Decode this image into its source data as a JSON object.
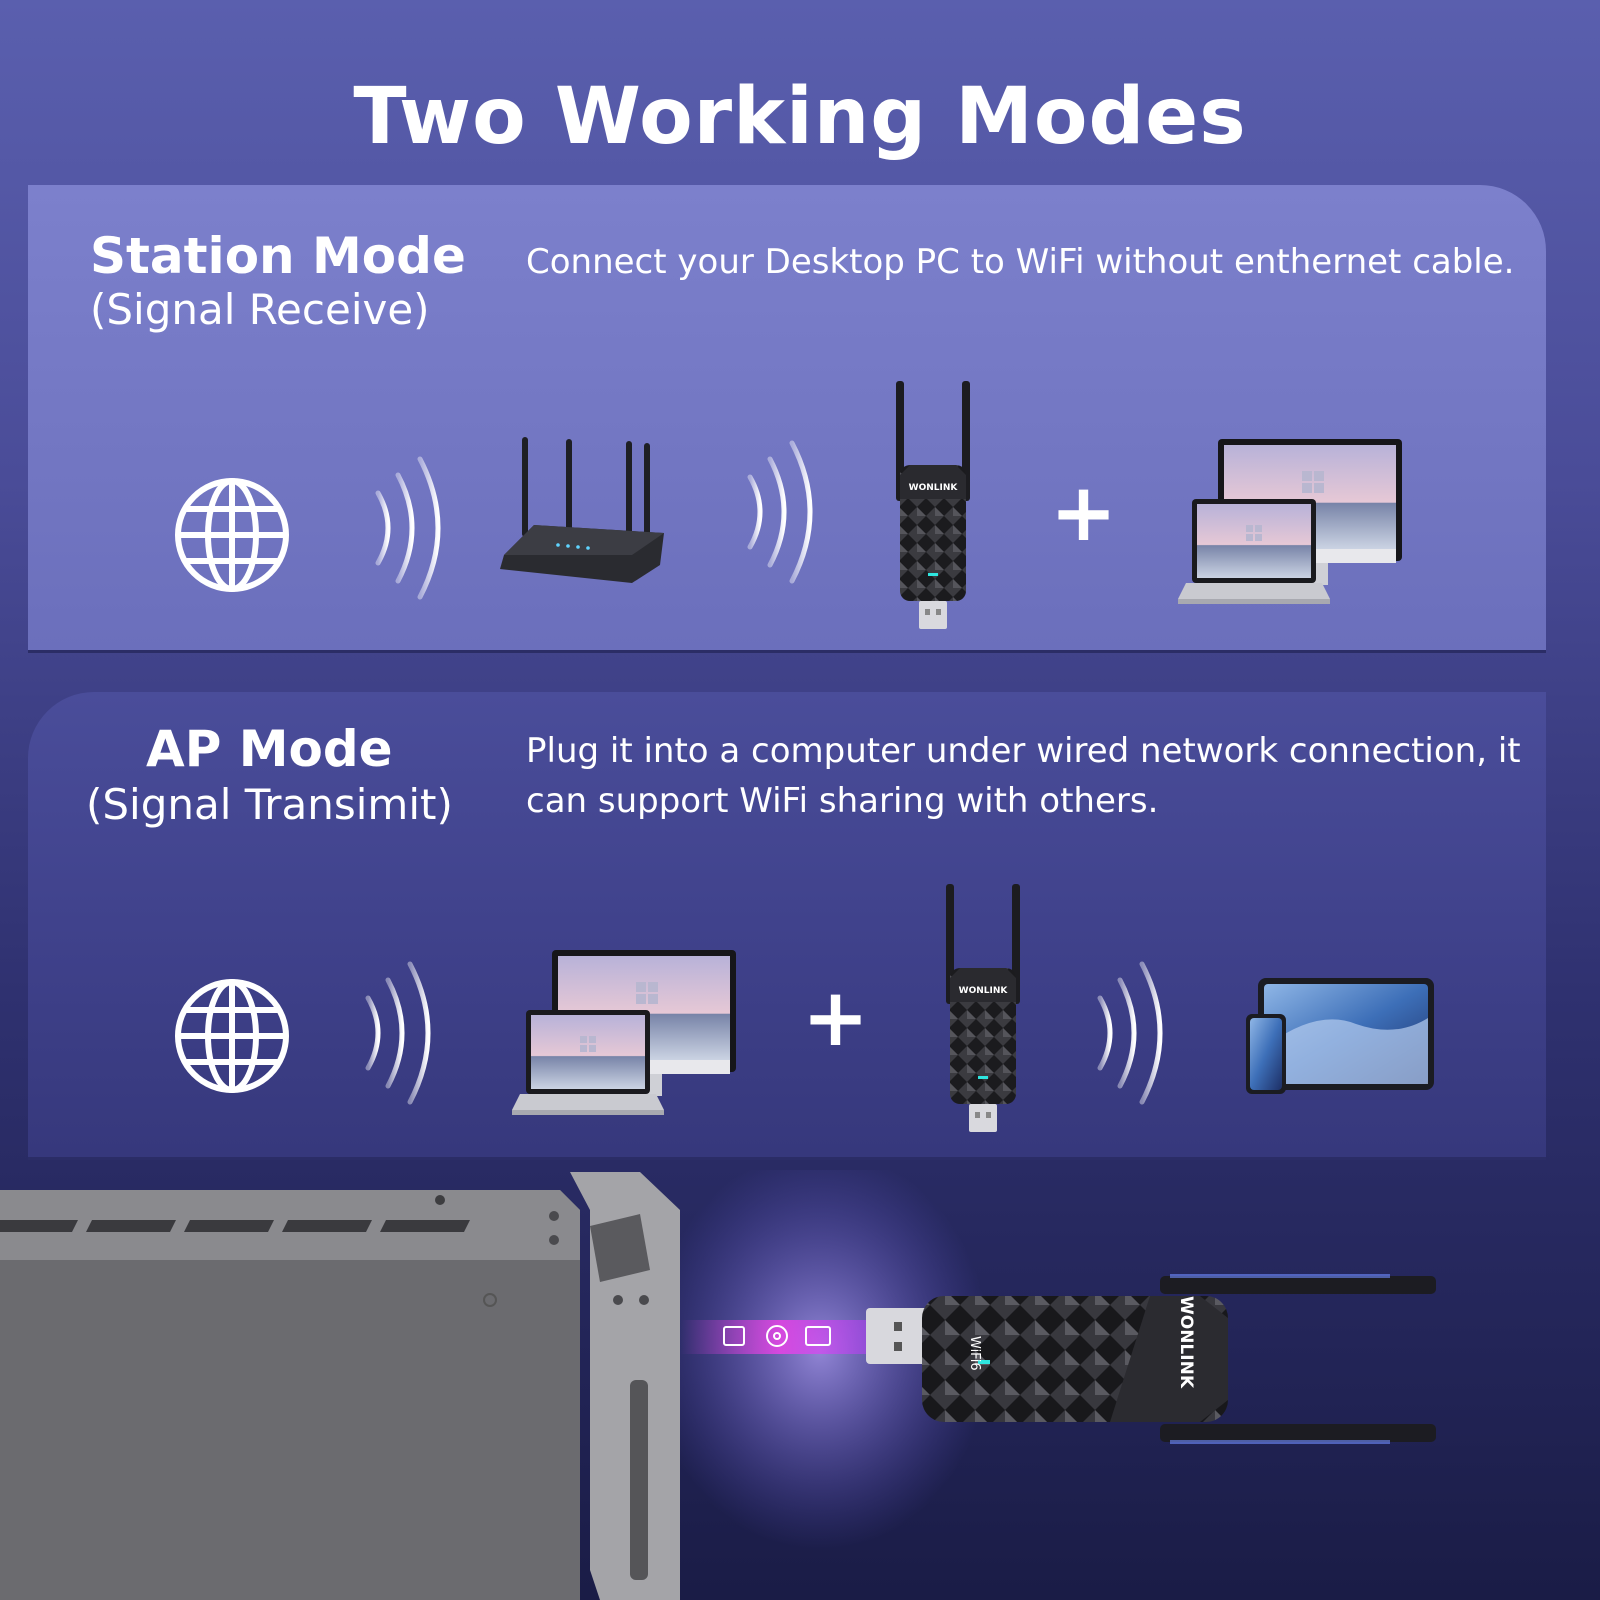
{
  "title": "Two Working Modes",
  "station": {
    "name": "Station Mode",
    "subtitle": "(Signal Receive)",
    "description": "Connect your Desktop PC to WiFi without enthernet cable."
  },
  "ap": {
    "name": "AP Mode",
    "subtitle": "(Signal Transimit)",
    "description": "Plug it into a computer under wired network connection, it can support WiFi sharing with others."
  },
  "adapter": {
    "brand": "WONLINK",
    "badge": "WiFi6"
  },
  "plus_sign": "+",
  "colors": {
    "station_panel": "#7478c4",
    "ap_panel": "#40438c",
    "background": "#3a3c80",
    "accent_cyan": "#2ee6e0",
    "transfer_pink": "#ff3df0"
  },
  "icons": [
    "globe-icon",
    "wifi-waves-icon",
    "router-icon",
    "usb-adapter-icon",
    "plus-icon",
    "desktop-laptop-icon",
    "phone-tablet-icon",
    "image-icon",
    "disc-icon",
    "video-icon"
  ]
}
